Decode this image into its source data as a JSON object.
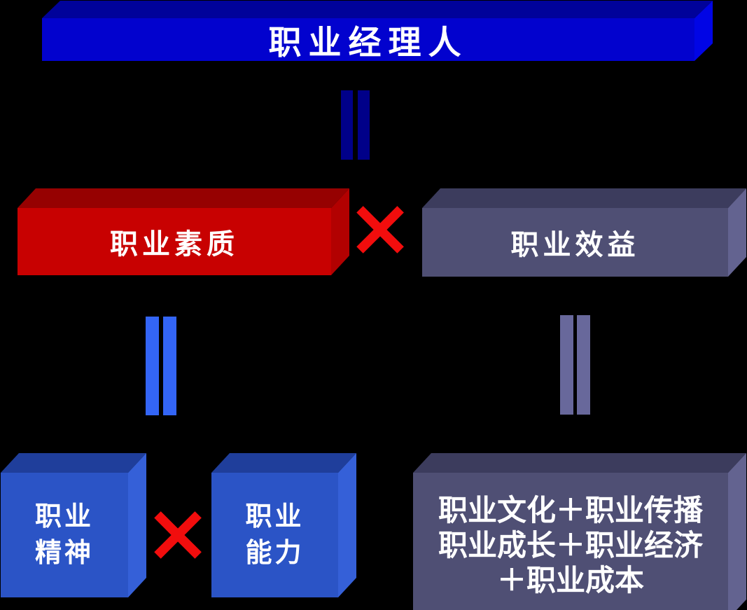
{
  "colors": {
    "bg": "#000000",
    "text_white": "#FFFFFF",
    "manager_front": "#0202CE",
    "manager_top": "#00029A",
    "manager_side": "#0105E5",
    "quality_front": "#C80101",
    "quality_top": "#960101",
    "quality_side": "#B20101",
    "benefit_front": "#4F4F74",
    "benefit_top": "#3C3C5D",
    "benefit_side": "#636390",
    "cube_front": "#2B54C6",
    "cube_top": "#1F3E9B",
    "cube_side": "#3560D8",
    "connector_navy": "#000089",
    "connector_blue": "#3365F6",
    "connector_slate": "#68689B",
    "times_red": "#F20D0D"
  },
  "nodes": {
    "manager": {
      "label": "职业经理人"
    },
    "quality": {
      "label": "职业素质"
    },
    "benefit": {
      "label": "职业效益"
    },
    "spirit": {
      "lines": [
        "职业",
        "精神"
      ]
    },
    "ability": {
      "lines": [
        "职业",
        "能力"
      ]
    },
    "formula": {
      "lines": [
        "职业文化＋职业传播",
        "职业成长＋职业经济",
        "＋职业成本"
      ]
    }
  },
  "operators": {
    "times": "×"
  }
}
